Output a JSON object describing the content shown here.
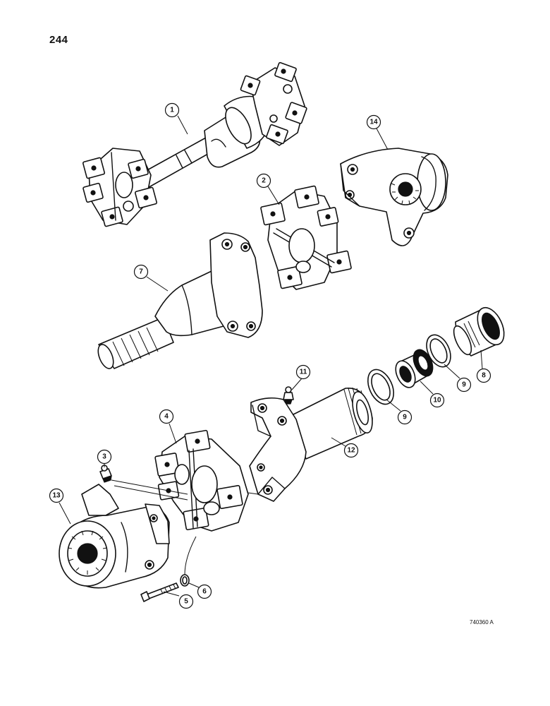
{
  "page": {
    "number": "244",
    "drawing_code": "740360 A"
  },
  "callouts": [
    {
      "id": "callout-1",
      "label": "1"
    },
    {
      "id": "callout-2",
      "label": "2"
    },
    {
      "id": "callout-3",
      "label": "3"
    },
    {
      "id": "callout-4",
      "label": "4"
    },
    {
      "id": "callout-5",
      "label": "5"
    },
    {
      "id": "callout-6",
      "label": "6"
    },
    {
      "id": "callout-7",
      "label": "7"
    },
    {
      "id": "callout-8",
      "label": "8"
    },
    {
      "id": "callout-9a",
      "label": "9"
    },
    {
      "id": "callout-9b",
      "label": "9"
    },
    {
      "id": "callout-10",
      "label": "10"
    },
    {
      "id": "callout-11",
      "label": "11"
    },
    {
      "id": "callout-12",
      "label": "12"
    },
    {
      "id": "callout-13",
      "label": "13"
    },
    {
      "id": "callout-14",
      "label": "14"
    }
  ]
}
